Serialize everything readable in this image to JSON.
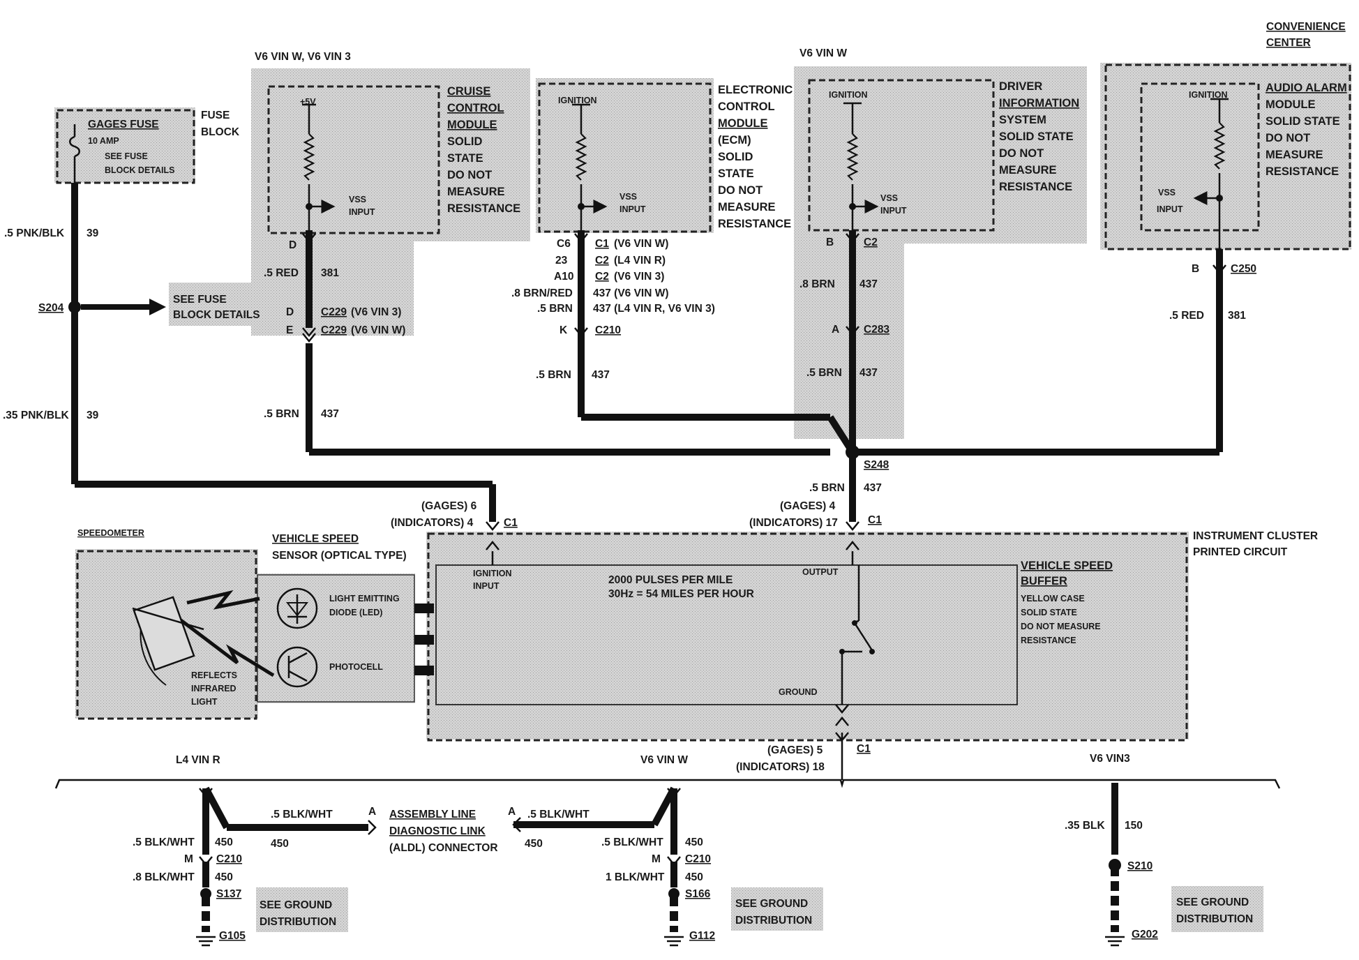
{
  "variants": {
    "cruise_group": "V6 VIN W, V6 VIN 3",
    "driver_group": "V6 VIN W",
    "ground_l4": "L4 VIN R",
    "ground_v6w": "V6 VIN W",
    "ground_v6_3": "V6 VIN3"
  },
  "fuse": {
    "name": "GAGES FUSE",
    "rating": "10 AMP",
    "see_details_1": "SEE FUSE",
    "see_details_2": "BLOCK DETAILS",
    "block_1": "FUSE",
    "block_2": "BLOCK",
    "wire1_gauge": ".5 PNK/BLK",
    "wire1_circuit": "39",
    "splice": "S204",
    "splice_ref_1": "SEE FUSE",
    "splice_ref_2": "BLOCK DETAILS",
    "wire2_gauge": ".35 PNK/BLK",
    "wire2_circuit": "39"
  },
  "cruise": {
    "supply": "+5V",
    "input_1": "VSS",
    "input_2": "INPUT",
    "title": [
      "CRUISE",
      "CONTROL",
      "MODULE",
      "SOLID",
      "STATE",
      "DO NOT",
      "MEASURE",
      "RESISTANCE"
    ],
    "pin_d": "D",
    "wire_gauge": ".5 RED",
    "wire_circuit": "381",
    "conn_pin_d": "D",
    "conn_d": "C229",
    "conn_d_note": "(V6 VIN 3)",
    "conn_pin_e": "E",
    "conn_e": "C229",
    "conn_e_note": "(V6 VIN W)",
    "out_gauge": ".5 BRN",
    "out_circuit": "437"
  },
  "ecm": {
    "supply": "IGNITION",
    "input_1": "VSS",
    "input_2": "INPUT",
    "title": [
      "ELECTRONIC",
      "CONTROL",
      "MODULE",
      "(ECM)",
      "SOLID",
      "STATE",
      "DO  NOT",
      "MEASURE",
      "RESISTANCE"
    ],
    "pins": [
      {
        "pin": "C6",
        "conn": "C1",
        "note": "(V6 VIN W)"
      },
      {
        "pin": "23",
        "conn": "C2",
        "note": "(L4 VIN R)"
      },
      {
        "pin": "A10",
        "conn": "C2",
        "note": "(V6 VIN 3)"
      }
    ],
    "wires": [
      {
        "gauge": ".8 BRN/RED",
        "circuit": "437 (V6 VIN W)"
      },
      {
        "gauge": ".5 BRN",
        "circuit": "437 (L4 VIN R, V6 VIN 3)"
      }
    ],
    "conn_pin": "K",
    "conn": "C210",
    "out_gauge": ".5 BRN",
    "out_circuit": "437"
  },
  "dis": {
    "supply": "IGNITION",
    "input_1": "VSS",
    "input_2": "INPUT",
    "title": [
      "DRIVER",
      "INFORMATION",
      "SYSTEM",
      "SOLID STATE",
      "DO NOT",
      "MEASURE",
      "RESISTANCE"
    ],
    "pin": "B",
    "conn": "C2",
    "wire_gauge": ".8 BRN",
    "wire_circuit": "437",
    "conn2_pin": "A",
    "conn2": "C283",
    "out_gauge": ".5 BRN",
    "out_circuit": "437"
  },
  "audio": {
    "heading_1": "CONVENIENCE",
    "heading_2": "CENTER",
    "supply": "IGNITION",
    "input_1": "VSS",
    "input_2": "INPUT",
    "title": [
      "AUDIO ALARM",
      "MODULE",
      "SOLID STATE",
      "DO NOT",
      "MEASURE",
      "RESISTANCE"
    ],
    "pin": "B",
    "conn": "C250",
    "wire_gauge": ".5 RED",
    "wire_circuit": "381"
  },
  "main_splice": {
    "name": "S248",
    "gauge": ".5 BRN",
    "circuit": "437"
  },
  "cluster": {
    "title_1": "INSTRUMENT CLUSTER",
    "title_2": "PRINTED CIRCUIT",
    "ign_gages": "(GAGES) 6",
    "ign_indicators": "(INDICATORS) 4",
    "ign_conn": "C1",
    "out_gages": "(GAGES) 4",
    "out_indicators": "(INDICATORS) 17",
    "out_conn": "C1",
    "gnd_gages": "(GAGES) 5",
    "gnd_indicators": "(INDICATORS) 18",
    "gnd_conn": "C1",
    "ign_input_1": "IGNITION",
    "ign_input_2": "INPUT",
    "pulses_1": "2000 PULSES PER MILE",
    "pulses_2": "30Hz =  54 MILES PER HOUR",
    "output": "OUTPUT",
    "ground": "GROUND",
    "buffer_title_1": "VEHICLE SPEED",
    "buffer_title_2": "BUFFER",
    "buffer_notes": [
      "YELLOW CASE",
      "SOLID STATE",
      "DO NOT MEASURE",
      "RESISTANCE"
    ]
  },
  "speedo": {
    "title": "SPEEDOMETER",
    "reflects": [
      "REFLECTS",
      "INFRARED",
      "LIGHT"
    ]
  },
  "vss": {
    "title_1": "VEHICLE SPEED",
    "title_2": "SENSOR (OPTICAL TYPE)",
    "led_1": "LIGHT EMITTING",
    "led_2": "DIODE (LED)",
    "photocell": "PHOTOCELL"
  },
  "aldl": {
    "label_1": "ASSEMBLY LINE",
    "label_2": "DIAGNOSTIC LINK",
    "label_3": "(ALDL) CONNECTOR",
    "pin_left": "A",
    "pin_right": "A",
    "left_gauge": ".5 BLK/WHT",
    "left_circuit": "450",
    "right_gauge": ".5 BLK/WHT",
    "right_circuit": "450"
  },
  "grounds": {
    "l4": {
      "gauge1": ".5 BLK/WHT",
      "circuit1": "450",
      "conn_pin": "M",
      "conn": "C210",
      "gauge2": ".8 BLK/WHT",
      "circuit2": "450",
      "splice": "S137",
      "ground": "G105",
      "ref_1": "SEE GROUND",
      "ref_2": "DISTRIBUTION"
    },
    "v6w": {
      "gauge1": ".5 BLK/WHT",
      "circuit1": "450",
      "conn_pin": "M",
      "conn": "C210",
      "gauge2": "1 BLK/WHT",
      "circuit2": "450",
      "splice": "S166",
      "ground": "G112",
      "ref_1": "SEE GROUND",
      "ref_2": "DISTRIBUTION"
    },
    "v6_3": {
      "gauge1": ".35 BLK",
      "circuit1": "150",
      "splice": "S210",
      "ground": "G202",
      "ref_1": "SEE GROUND",
      "ref_2": "DISTRIBUTION"
    }
  }
}
